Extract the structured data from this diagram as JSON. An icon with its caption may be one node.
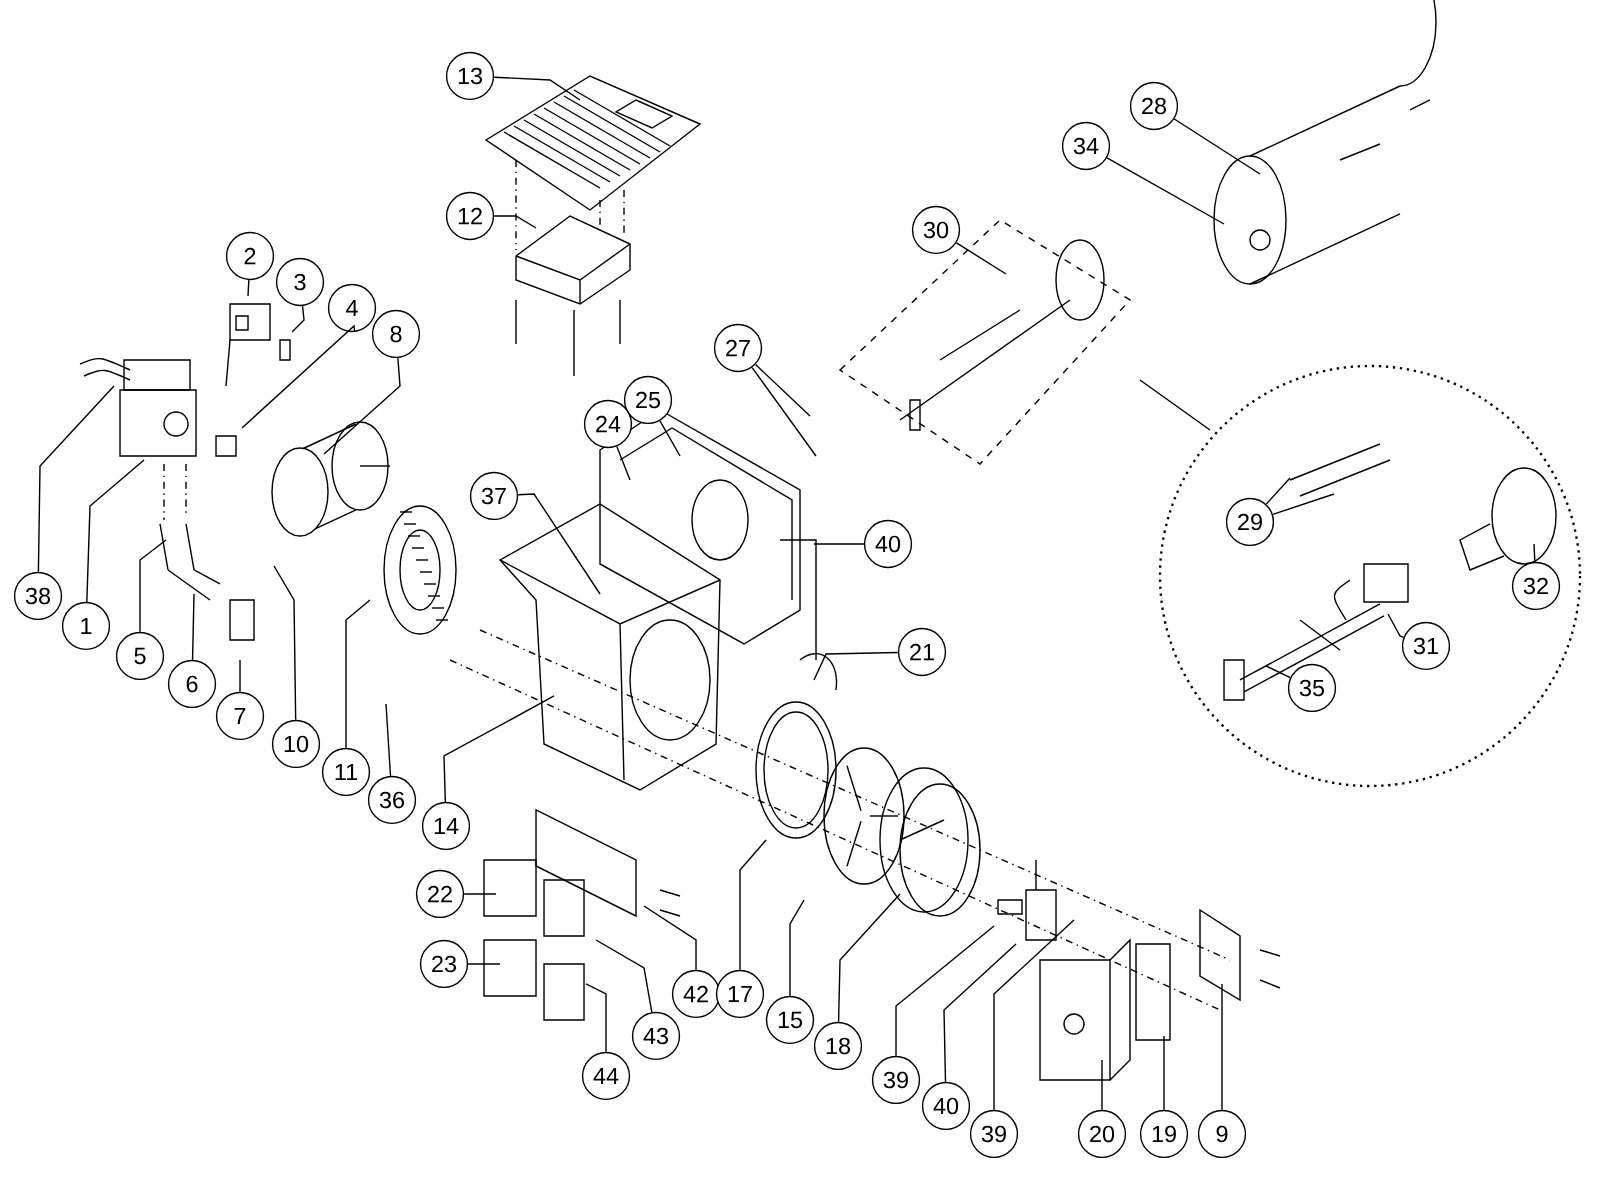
{
  "diagram": {
    "nodes": [
      {
        "text": [
          "13"
        ]
      },
      {
        "text": [
          "28"
        ]
      },
      {
        "text": [
          "34"
        ]
      },
      {
        "text": [
          "12"
        ]
      },
      {
        "text": [
          "30"
        ]
      },
      {
        "text": [
          "2"
        ]
      },
      {
        "text": [
          "3"
        ]
      },
      {
        "text": [
          "4"
        ]
      },
      {
        "text": [
          "8"
        ]
      },
      {
        "text": [
          "27"
        ]
      },
      {
        "text": [
          "25"
        ]
      },
      {
        "text": [
          "24"
        ]
      },
      {
        "text": [
          "37"
        ]
      },
      {
        "text": [
          "29"
        ]
      },
      {
        "text": [
          "40"
        ]
      },
      {
        "text": [
          "32"
        ]
      },
      {
        "text": [
          "38"
        ]
      },
      {
        "text": [
          "1"
        ]
      },
      {
        "text": [
          "31"
        ]
      },
      {
        "text": [
          "21"
        ]
      },
      {
        "text": [
          "5"
        ]
      },
      {
        "text": [
          "6"
        ]
      },
      {
        "text": [
          "35"
        ]
      },
      {
        "text": [
          "7"
        ]
      },
      {
        "text": [
          "10"
        ]
      },
      {
        "text": [
          "11"
        ]
      },
      {
        "text": [
          "36"
        ]
      },
      {
        "text": [
          "14"
        ]
      },
      {
        "text": [
          "22"
        ]
      },
      {
        "text": [
          "23"
        ]
      },
      {
        "text": [
          "42"
        ]
      },
      {
        "text": [
          "17"
        ]
      },
      {
        "text": [
          "15"
        ]
      },
      {
        "text": [
          "43"
        ]
      },
      {
        "text": [
          "18"
        ]
      },
      {
        "text": [
          "44"
        ]
      },
      {
        "text": [
          "39"
        ]
      },
      {
        "text": [
          "40"
        ]
      },
      {
        "text": [
          "9"
        ]
      },
      {
        "text": [
          "20"
        ]
      },
      {
        "text": [
          "19"
        ]
      },
      {
        "text": [
          "39"
        ]
      }
    ],
    "edges": [
      {
        "from": 0,
        "to": null,
        "arrow": "none"
      },
      {
        "from": 1,
        "to": null,
        "arrow": "none"
      },
      {
        "from": 2,
        "to": null,
        "arrow": "none"
      },
      {
        "from": 3,
        "to": null,
        "arrow": "none"
      },
      {
        "from": 4,
        "to": null,
        "arrow": "none"
      },
      {
        "from": 5,
        "to": null,
        "arrow": "none"
      },
      {
        "from": 6,
        "to": null,
        "arrow": "none"
      },
      {
        "from": 7,
        "to": null,
        "arrow": "none"
      },
      {
        "from": 8,
        "to": null,
        "arrow": "none"
      },
      {
        "from": 9,
        "to": null,
        "arrow": "none"
      },
      {
        "from": 9,
        "to": null,
        "arrow": "none"
      },
      {
        "from": 10,
        "to": null,
        "arrow": "none"
      },
      {
        "from": 11,
        "to": null,
        "arrow": "none"
      },
      {
        "from": 12,
        "to": null,
        "arrow": "none"
      },
      {
        "from": 13,
        "to": null,
        "arrow": "none"
      },
      {
        "from": 13,
        "to": null,
        "arrow": "none"
      },
      {
        "from": 14,
        "to": null,
        "arrow": "none"
      },
      {
        "from": 15,
        "to": null,
        "arrow": "none"
      },
      {
        "from": 16,
        "to": null,
        "arrow": "none"
      },
      {
        "from": 17,
        "to": null,
        "arrow": "none"
      },
      {
        "from": 18,
        "to": null,
        "arrow": "none"
      },
      {
        "from": 19,
        "to": null,
        "arrow": "none"
      },
      {
        "from": 20,
        "to": null,
        "arrow": "none"
      },
      {
        "from": 21,
        "to": null,
        "arrow": "none"
      },
      {
        "from": 22,
        "to": null,
        "arrow": "none"
      },
      {
        "from": 23,
        "to": null,
        "arrow": "none"
      },
      {
        "from": 24,
        "to": null,
        "arrow": "none"
      },
      {
        "from": 25,
        "to": null,
        "arrow": "none"
      },
      {
        "from": 26,
        "to": null,
        "arrow": "none"
      },
      {
        "from": 27,
        "to": null,
        "arrow": "none"
      },
      {
        "from": 28,
        "to": null,
        "arrow": "none"
      },
      {
        "from": 29,
        "to": null,
        "arrow": "none"
      },
      {
        "from": 30,
        "to": null,
        "arrow": "none"
      },
      {
        "from": 31,
        "to": null,
        "arrow": "none"
      },
      {
        "from": 32,
        "to": null,
        "arrow": "none"
      },
      {
        "from": 33,
        "to": null,
        "arrow": "none"
      },
      {
        "from": 34,
        "to": null,
        "arrow": "none"
      },
      {
        "from": 35,
        "to": null,
        "arrow": "none"
      },
      {
        "from": 36,
        "to": null,
        "arrow": "none"
      },
      {
        "from": 37,
        "to": null,
        "arrow": "none"
      },
      {
        "from": 38,
        "to": null,
        "arrow": "none"
      },
      {
        "from": 39,
        "to": null,
        "arrow": "none"
      },
      {
        "from": 40,
        "to": null,
        "arrow": "none"
      },
      {
        "from": 41,
        "to": null,
        "arrow": "none"
      }
    ]
  }
}
